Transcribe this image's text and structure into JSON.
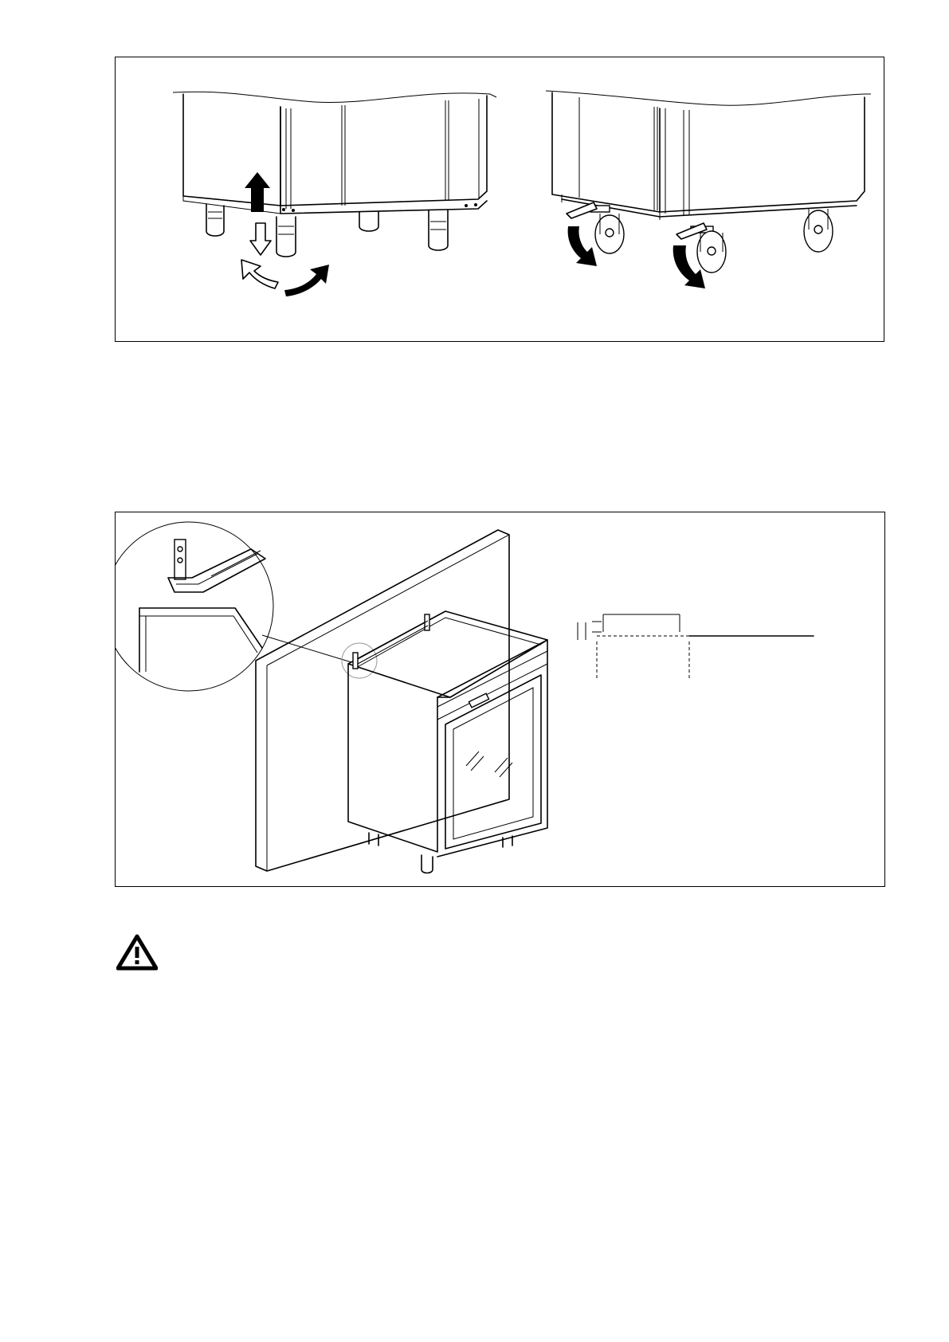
{
  "figures": [
    {
      "id": "figure-1",
      "content": "illustration-adjustable-feet-and-castors",
      "panels": [
        "left-adjustable-feet",
        "right-castors-with-brakes"
      ]
    },
    {
      "id": "figure-2",
      "content": "illustration-wall-bracket-installation",
      "panels": [
        "detail-magnifier",
        "cabinet-against-wall",
        "clearance-dimension-diagram"
      ]
    }
  ],
  "warning": {
    "icon": "warning-triangle-icon"
  },
  "colors": {
    "line": "#000000",
    "background": "#ffffff"
  }
}
